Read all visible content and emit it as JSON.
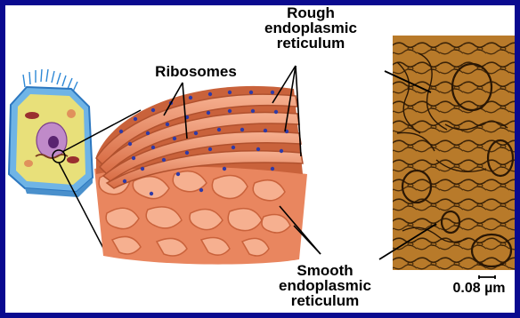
{
  "labels": {
    "rough_er": [
      "Rough",
      "endoplasmic",
      "reticulum"
    ],
    "ribosomes": "Ribosomes",
    "smooth_er": [
      "Smooth",
      "endoplasmic",
      "reticulum"
    ],
    "scale": "0.08 µm"
  },
  "colors": {
    "frame": "#0a0a8f",
    "background": "#ffffff",
    "membrane": "#e9865f",
    "membrane_shade": "#c9623b",
    "membrane_light": "#f6b090",
    "ribosome": "#2f3aa6",
    "micrograph": "#b87a2a",
    "micrograph_dark": "#3b2308",
    "cell_wall": "#6fb4e6",
    "cytoplasm": "#e8e07a",
    "nucleus": "#c08ac9"
  },
  "icons": {
    "cell": "cell-cutaway-icon"
  }
}
